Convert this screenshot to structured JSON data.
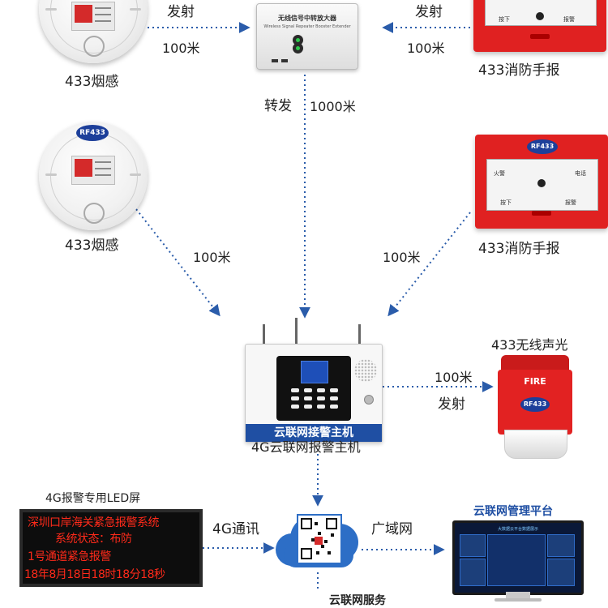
{
  "colors": {
    "connector": "#2a5caa",
    "device_red": "#e02121",
    "brand_blue": "#1f4fa3",
    "led_text": "#ff2a1a",
    "cloud_blue": "#2d6ec6"
  },
  "devices": {
    "smoke_top": {
      "label": "433烟感"
    },
    "smoke_mid": {
      "label": "433烟感",
      "badge": "RF433"
    },
    "repeater": {
      "title": "无线信号中转放大器",
      "subtitle": "Wireless Signal Repeater Booster Extender"
    },
    "mcp_top": {
      "label": "433消防手报",
      "text_left": "按下",
      "text_right": "报警"
    },
    "mcp_mid": {
      "label": "433消防手报",
      "badge": "RF433",
      "text_tl": "火警",
      "text_tr": "电话",
      "text_left": "按下",
      "text_right": "报警"
    },
    "host": {
      "banner": "云联网接警主机",
      "label": "4G云联网报警主机"
    },
    "strobe": {
      "label": "433无线声光",
      "fire": "FIRE",
      "badge": "RF433"
    },
    "led_board": {
      "caption": "4G报警专用LED屏",
      "lines": [
        "深圳口岸海关紧急报警系统",
        "系统状态：布防",
        "1号通道紧急报警",
        "18年8月18日18时18分18秒"
      ]
    },
    "cloud": {
      "label": "云联网服务"
    },
    "platform": {
      "title": "云联网管理平台",
      "screen_title": "大数据云平台数据展示"
    }
  },
  "links": {
    "smoke_top_to_repeater": {
      "text": "发射",
      "distance": "100米"
    },
    "mcp_top_to_repeater": {
      "text": "发射",
      "distance": "100米"
    },
    "repeater_to_host": {
      "text": "转发",
      "distance": "1000米"
    },
    "smoke_mid_to_host": {
      "distance": "100米"
    },
    "mcp_mid_to_host": {
      "distance": "100米"
    },
    "host_to_strobe": {
      "distance": "100米",
      "text": "发射"
    },
    "led_to_cloud": {
      "text": "4G通讯"
    },
    "cloud_to_platform": {
      "text": "广域网"
    }
  }
}
